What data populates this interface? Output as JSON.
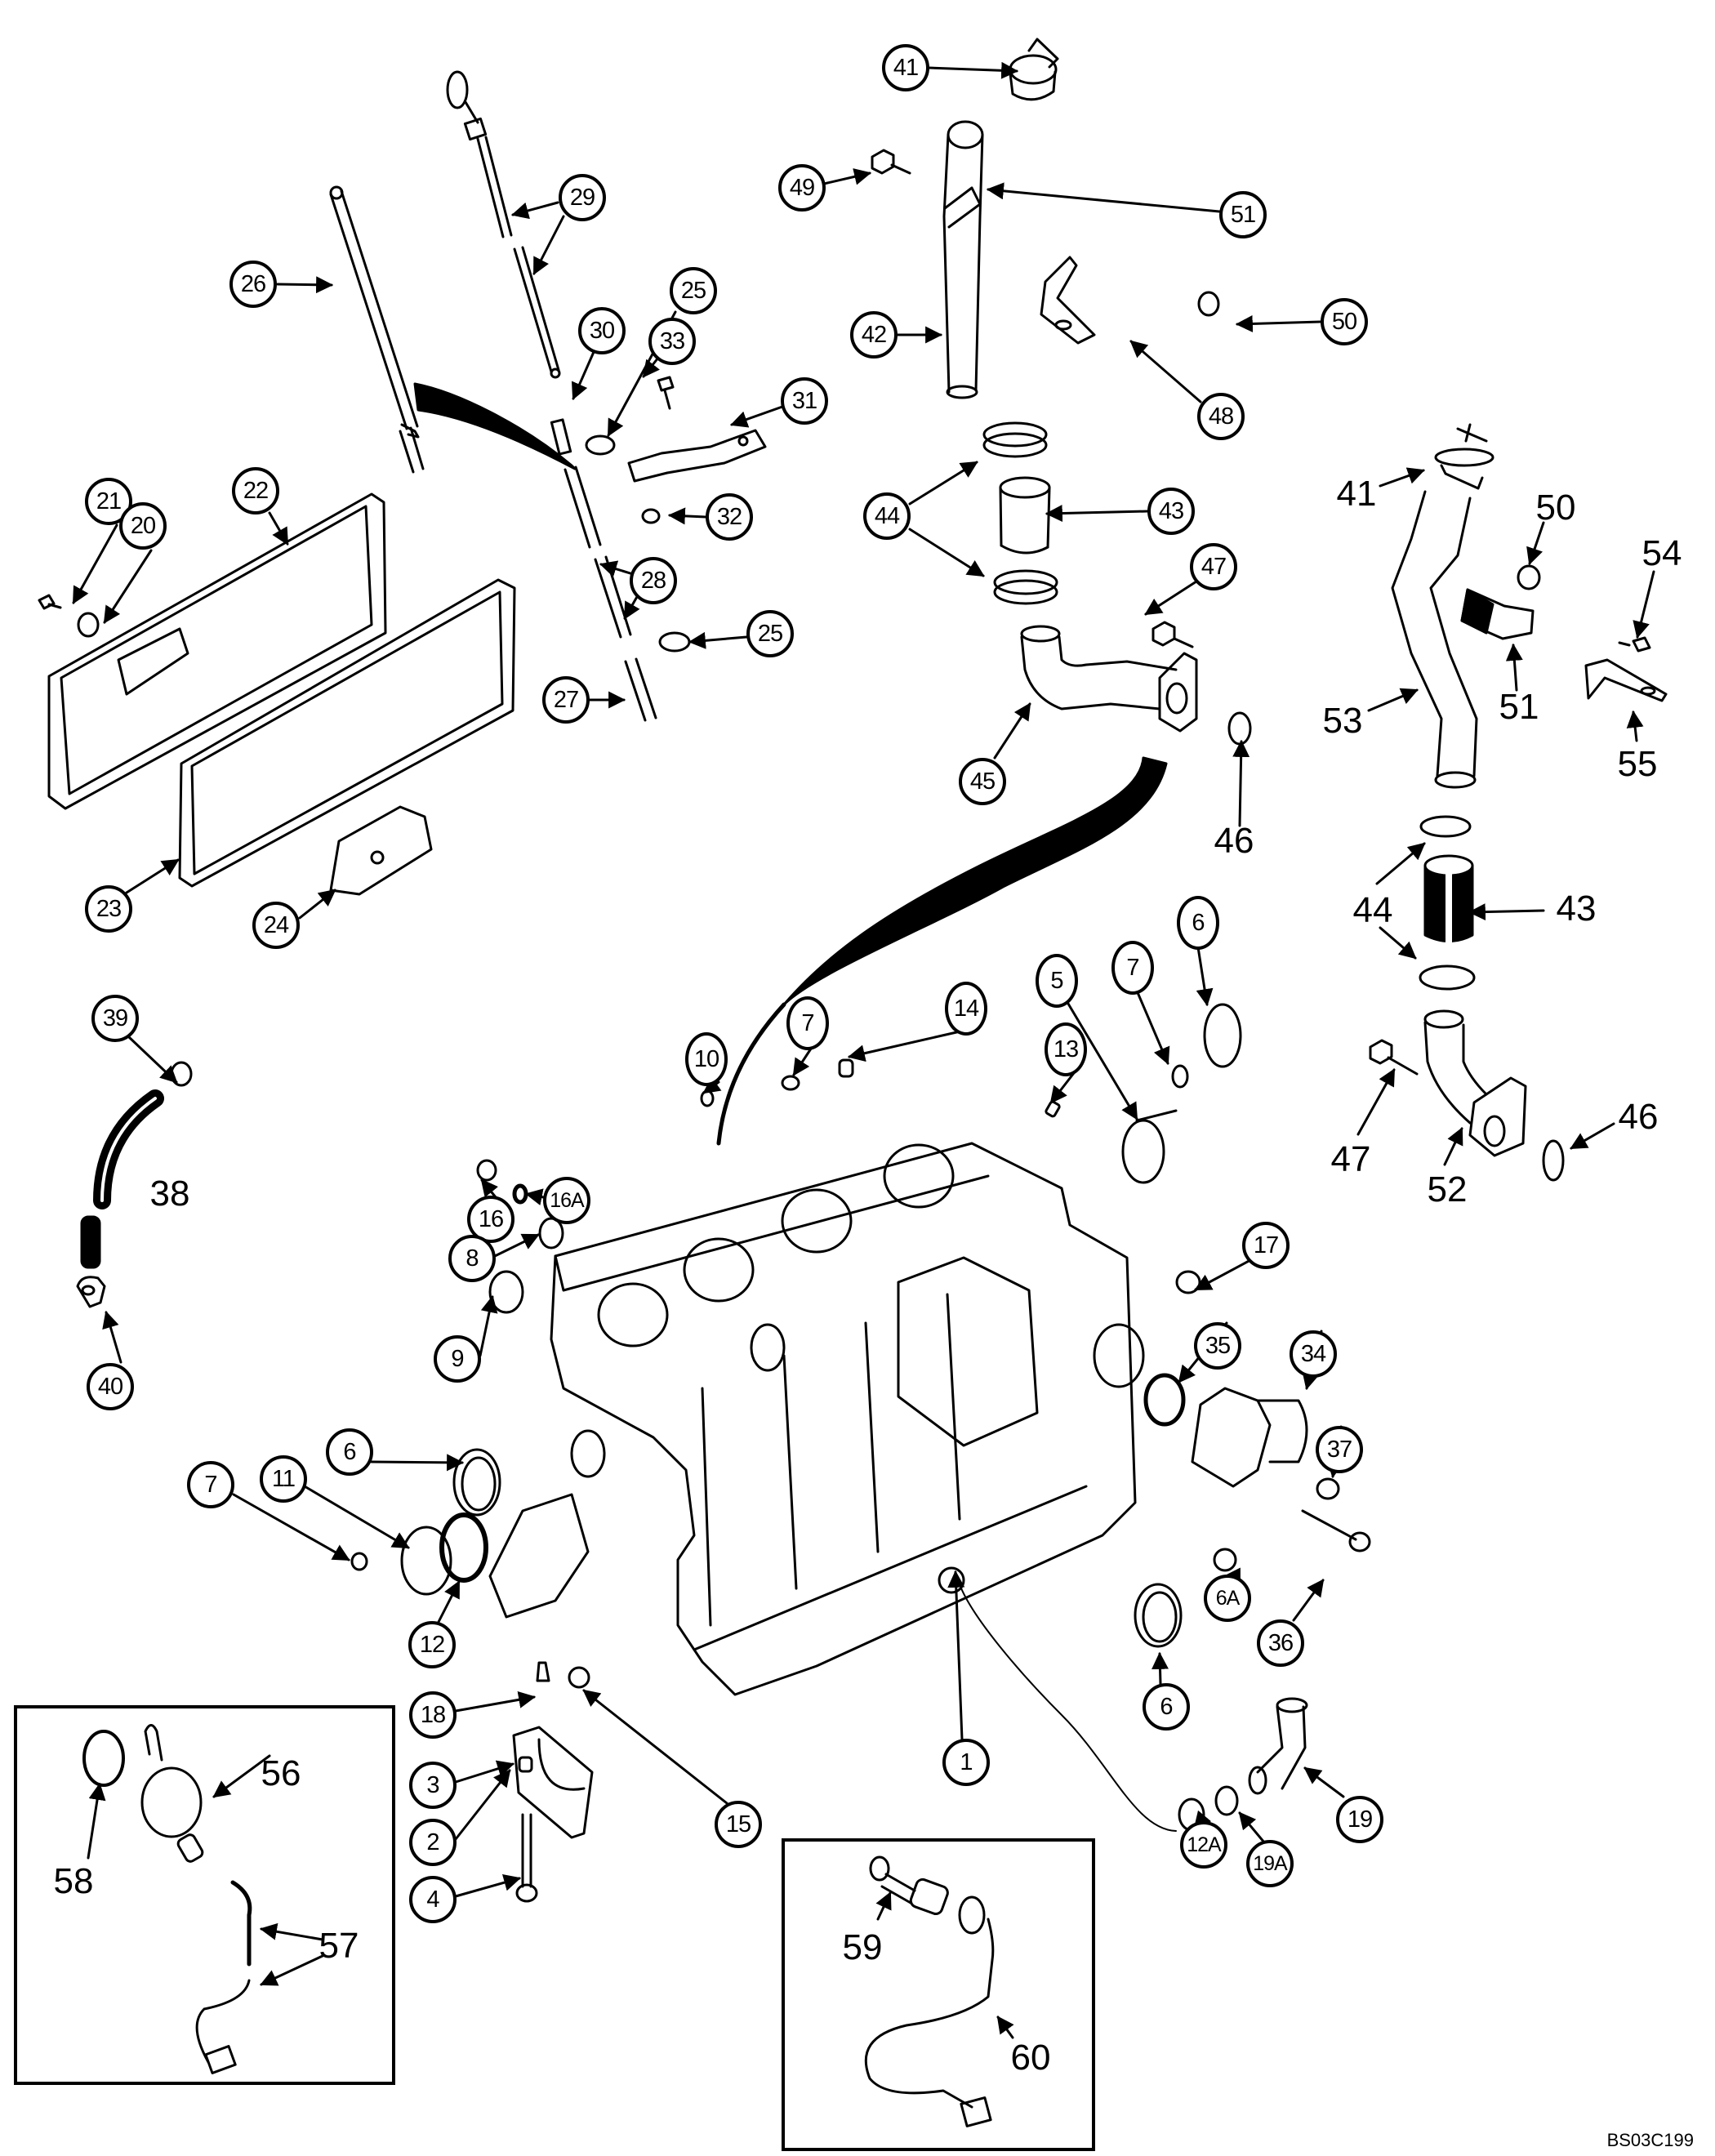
{
  "diagram": {
    "title": "Engine cylinder block exploded parts view",
    "figure_code": "BS03C199",
    "callouts_circled": [
      {
        "id": "c41",
        "label": "41"
      },
      {
        "id": "c49",
        "label": "49"
      },
      {
        "id": "c51",
        "label": "51"
      },
      {
        "id": "c42",
        "label": "42"
      },
      {
        "id": "c50",
        "label": "50"
      },
      {
        "id": "c48",
        "label": "48"
      },
      {
        "id": "c29",
        "label": "29"
      },
      {
        "id": "c26",
        "label": "26"
      },
      {
        "id": "c25a",
        "label": "25"
      },
      {
        "id": "c30",
        "label": "30"
      },
      {
        "id": "c33",
        "label": "33"
      },
      {
        "id": "c31",
        "label": "31"
      },
      {
        "id": "c32",
        "label": "32"
      },
      {
        "id": "c28",
        "label": "28"
      },
      {
        "id": "c25b",
        "label": "25"
      },
      {
        "id": "c27",
        "label": "27"
      },
      {
        "id": "c21",
        "label": "21"
      },
      {
        "id": "c20",
        "label": "20"
      },
      {
        "id": "c22",
        "label": "22"
      },
      {
        "id": "c23",
        "label": "23"
      },
      {
        "id": "c24",
        "label": "24"
      },
      {
        "id": "c44",
        "label": "44"
      },
      {
        "id": "c43",
        "label": "43"
      },
      {
        "id": "c47",
        "label": "47"
      },
      {
        "id": "c45",
        "label": "45"
      },
      {
        "id": "c39",
        "label": "39"
      },
      {
        "id": "c40",
        "label": "40"
      },
      {
        "id": "c10",
        "label": "10"
      },
      {
        "id": "c7a",
        "label": "7"
      },
      {
        "id": "c14",
        "label": "14"
      },
      {
        "id": "c13",
        "label": "13"
      },
      {
        "id": "c5",
        "label": "5"
      },
      {
        "id": "c7b",
        "label": "7"
      },
      {
        "id": "c6a",
        "label": "6"
      },
      {
        "id": "c16",
        "label": "16"
      },
      {
        "id": "c16A",
        "label": "16A"
      },
      {
        "id": "c8",
        "label": "8"
      },
      {
        "id": "c9",
        "label": "9"
      },
      {
        "id": "c6b",
        "label": "6"
      },
      {
        "id": "c11",
        "label": "11"
      },
      {
        "id": "c7c",
        "label": "7"
      },
      {
        "id": "c12",
        "label": "12"
      },
      {
        "id": "c17",
        "label": "17"
      },
      {
        "id": "c35",
        "label": "35"
      },
      {
        "id": "c34",
        "label": "34"
      },
      {
        "id": "c37",
        "label": "37"
      },
      {
        "id": "c36",
        "label": "36"
      },
      {
        "id": "c6A",
        "label": "6A"
      },
      {
        "id": "c6c",
        "label": "6"
      },
      {
        "id": "c12A",
        "label": "12A"
      },
      {
        "id": "c19A",
        "label": "19A"
      },
      {
        "id": "c19",
        "label": "19"
      },
      {
        "id": "c18",
        "label": "18"
      },
      {
        "id": "c3",
        "label": "3"
      },
      {
        "id": "c2",
        "label": "2"
      },
      {
        "id": "c4",
        "label": "4"
      },
      {
        "id": "c15",
        "label": "15"
      },
      {
        "id": "c1",
        "label": "1"
      }
    ],
    "labels_plain": [
      {
        "id": "p46a",
        "label": "46"
      },
      {
        "id": "p41",
        "label": "41"
      },
      {
        "id": "p50",
        "label": "50"
      },
      {
        "id": "p54",
        "label": "54"
      },
      {
        "id": "p53",
        "label": "53"
      },
      {
        "id": "p51",
        "label": "51"
      },
      {
        "id": "p55",
        "label": "55"
      },
      {
        "id": "p44",
        "label": "44"
      },
      {
        "id": "p43",
        "label": "43"
      },
      {
        "id": "p47",
        "label": "47"
      },
      {
        "id": "p52",
        "label": "52"
      },
      {
        "id": "p46b",
        "label": "46"
      },
      {
        "id": "p38",
        "label": "38"
      },
      {
        "id": "p56",
        "label": "56"
      },
      {
        "id": "p58",
        "label": "58"
      },
      {
        "id": "p57",
        "label": "57"
      },
      {
        "id": "p59",
        "label": "59"
      },
      {
        "id": "p60",
        "label": "60"
      }
    ],
    "insets": [
      {
        "name": "block-heater-kit-a",
        "items": [
          "56",
          "57",
          "58"
        ]
      },
      {
        "name": "block-heater-kit-b",
        "items": [
          "59",
          "60"
        ]
      }
    ]
  }
}
